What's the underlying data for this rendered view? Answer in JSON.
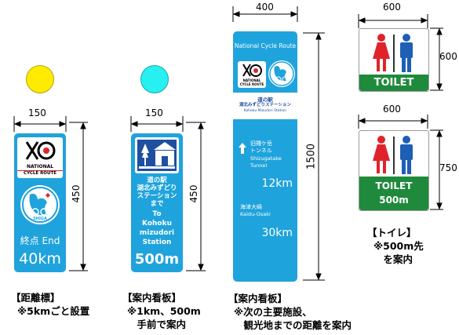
{
  "dims": {
    "sign1_width": "150",
    "sign1_height": "450",
    "sign2_width": "150",
    "sign2_height": "450",
    "sign3_width": "400",
    "sign3_height": "1500",
    "toilet1_width": "600",
    "toilet1_height": "600",
    "toilet2_width": "600",
    "toilet2_height": "750"
  },
  "colors": {
    "sign_blue": "#1fa3dc",
    "yellow_circle": "#ffeb00",
    "cyan_circle": "#26f0f0",
    "toilet_green": "#1f8a3c",
    "male_blue": "#1e5fb4",
    "female_red": "#e0232b"
  },
  "sign1": {
    "logo_line1": "NATIONAL",
    "logo_line2": "CYCLE ROUTE",
    "badge_text": "SHIGA",
    "end_label": "終点 End",
    "distance": "40km",
    "caption_title": "【距離標】",
    "caption_body": "※5kmごと設置"
  },
  "sign2": {
    "icon": "michi-no-eki-icon",
    "jp_line1": "道の駅",
    "jp_line2": "湖北みずどり",
    "jp_line3": "ステーション",
    "jp_line4": "まで",
    "en_line1": "To",
    "en_line2": "Kohoku",
    "en_line3": "mizudori",
    "en_line4": "Station",
    "distance": "500m",
    "caption_title": "【案内看板】",
    "caption_body": "※1km、500m\n　手前で案内"
  },
  "sign3": {
    "header": "National Cycle Route",
    "logo_line1": "NATIONAL",
    "logo_line2": "CYCLE ROUTE",
    "station_jp_1": "道の駅",
    "station_jp_2": "湖北みずどりステーション",
    "station_en": "Kohoku Mizudori Station",
    "dest1_jp_1": "旧賤ケ岳",
    "dest1_jp_2": "トンネル",
    "dest1_en_1": "Shizugatake",
    "dest1_en_2": "Tunnel",
    "dest1_km": "12km",
    "dest2_jp": "海津大崎",
    "dest2_en": "Kaidu-Osaki",
    "dest2_km": "30km",
    "caption_title": "【案内看板】",
    "caption_body": "※次の主要施設、\n　観光地までの距離を案内"
  },
  "toilet1": {
    "label": "TOILET"
  },
  "toilet2": {
    "label_1": "TOILET",
    "label_2": "500m"
  },
  "toilet_caption": {
    "title": "【トイレ】",
    "body": "※500m先\n　を案内"
  }
}
